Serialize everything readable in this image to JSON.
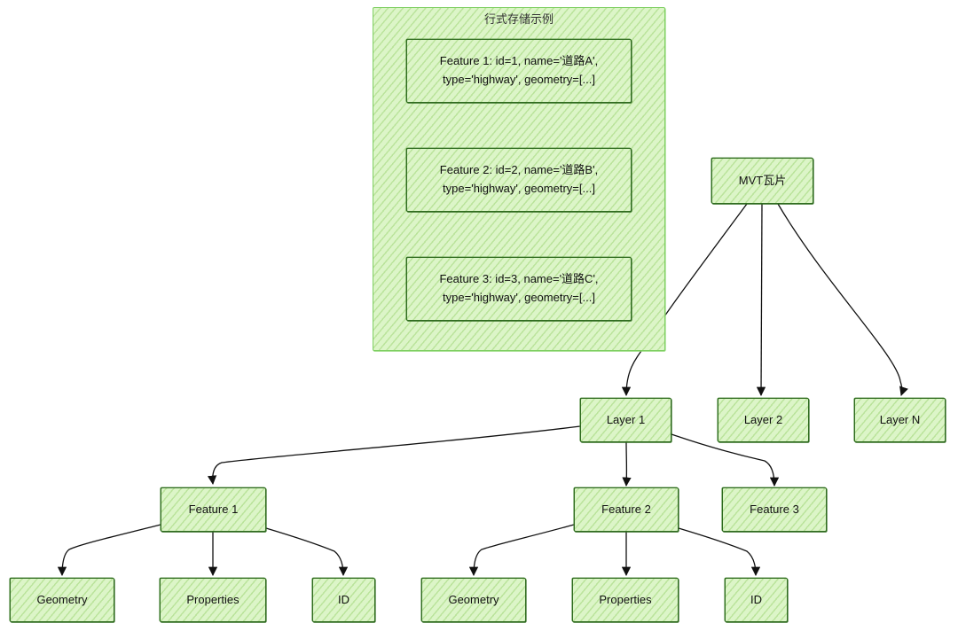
{
  "diagram": {
    "group": {
      "title": "行式存储示例",
      "rows": [
        "Feature 1: id=1, name='道路A',\ntype='highway', geometry=[...]",
        "Feature 2: id=2, name='道路B',\ntype='highway', geometry=[...]",
        "Feature 3: id=3, name='道路C',\ntype='highway', geometry=[...]"
      ]
    },
    "nodes": {
      "tile": "MVT瓦片",
      "layer1": "Layer 1",
      "layer2": "Layer 2",
      "layerN": "Layer N",
      "feature1": "Feature 1",
      "feature2": "Feature 2",
      "feature3": "Feature 3",
      "f1_geometry": "Geometry",
      "f1_properties": "Properties",
      "f1_id": "ID",
      "f2_geometry": "Geometry",
      "f2_properties": "Properties",
      "f2_id": "ID"
    },
    "edges": [
      [
        "tile",
        "layer1"
      ],
      [
        "tile",
        "layer2"
      ],
      [
        "tile",
        "layerN"
      ],
      [
        "layer1",
        "feature1"
      ],
      [
        "layer1",
        "feature2"
      ],
      [
        "layer1",
        "feature3"
      ],
      [
        "feature1",
        "f1_geometry"
      ],
      [
        "feature1",
        "f1_properties"
      ],
      [
        "feature1",
        "f1_id"
      ],
      [
        "feature2",
        "f2_geometry"
      ],
      [
        "feature2",
        "f2_properties"
      ],
      [
        "feature2",
        "f2_id"
      ]
    ],
    "colors": {
      "fill": "#dcf5c8",
      "border": "#2e6b1e",
      "group_border": "#7fcf63",
      "edge": "#111111"
    }
  }
}
